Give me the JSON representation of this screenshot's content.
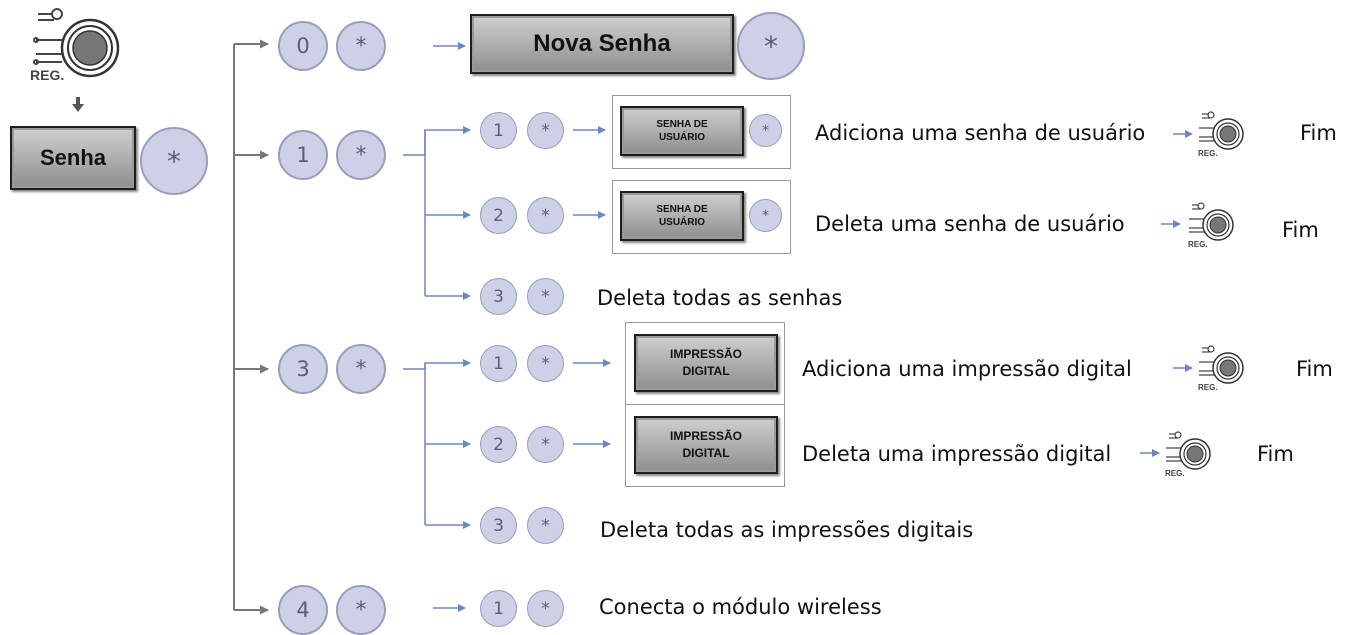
{
  "start": {
    "reg_label": "REG.",
    "key_label": "Senha",
    "star": "*"
  },
  "star": "*",
  "row0": {
    "num": "0",
    "key_label": "Nova Senha"
  },
  "row1": {
    "num": "1",
    "sub": [
      {
        "num": "1",
        "key_line1": "SENHA DE",
        "key_line2": "USUÁRIO",
        "desc": "Adiciona uma senha de usuário",
        "end": "Fim"
      },
      {
        "num": "2",
        "key_line1": "SENHA DE",
        "key_line2": "USUÁRIO",
        "desc": "Deleta uma senha de usuário",
        "end": "Fim"
      },
      {
        "num": "3",
        "desc": "Deleta todas as senhas"
      }
    ]
  },
  "row3": {
    "num": "3",
    "sub": [
      {
        "num": "1",
        "key_line1": "IMPRESSÃO",
        "key_line2": "DIGITAL",
        "desc": "Adiciona uma impressão digital",
        "end": "Fim"
      },
      {
        "num": "2",
        "key_line1": "IMPRESSÃO",
        "key_line2": "DIGITAL",
        "desc": "Deleta uma impressão digital",
        "end": "Fim"
      },
      {
        "num": "3",
        "desc": "Deleta todas as impressões digitais"
      }
    ]
  },
  "row4": {
    "num": "4",
    "sub": [
      {
        "num": "1",
        "desc": "Conecta o módulo wireless"
      }
    ]
  },
  "reg_icon_label": "REG.",
  "colors": {
    "connector": "#6f86c6",
    "button_fill": "#ced0e8",
    "key_gray": "#a8a8a8"
  }
}
